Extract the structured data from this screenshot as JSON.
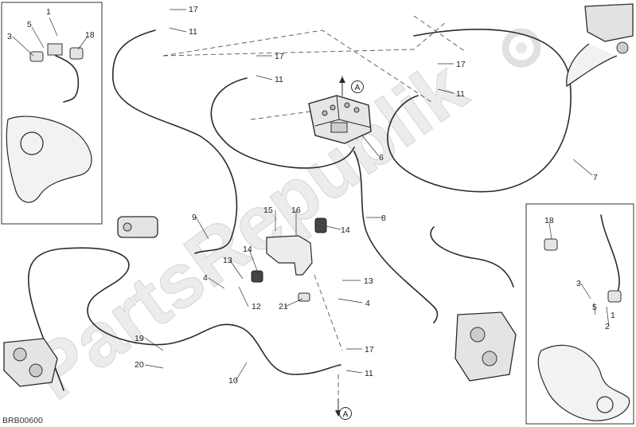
{
  "diagram": {
    "code": "BRB00600",
    "watermark": "PartsRepublik",
    "arrow_marker": "A",
    "colors": {
      "line": "#2a2a2a",
      "dash": "#555555",
      "watermark": "#dcdcdc",
      "part_fill": "#dddddd"
    },
    "callouts": {
      "c1": "1",
      "c2": "2",
      "c3": "3",
      "c4": "4",
      "c5": "5",
      "c6": "6",
      "c7": "7",
      "c8": "8",
      "c9": "9",
      "c10": "10",
      "c11": "11",
      "c12": "12",
      "c13": "13",
      "c14": "14",
      "c15": "15",
      "c16": "16",
      "c17": "17",
      "c18": "18",
      "c19": "19",
      "c20": "20",
      "c21": "21"
    }
  }
}
